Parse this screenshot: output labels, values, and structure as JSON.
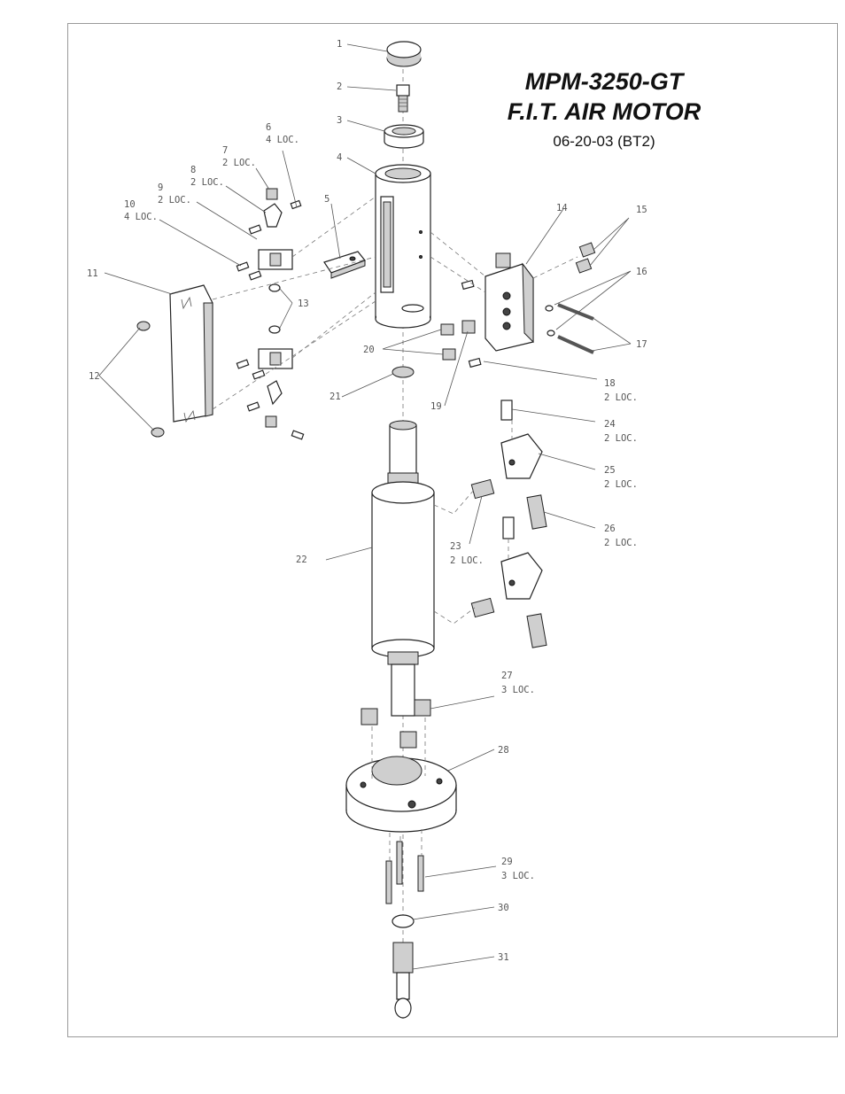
{
  "title": {
    "model": "MPM-3250-GT",
    "name": "F.I.T. AIR MOTOR",
    "date": "06-20-03 (BT2)"
  },
  "callouts": [
    {
      "num": "1",
      "qty": ""
    },
    {
      "num": "2",
      "qty": ""
    },
    {
      "num": "3",
      "qty": ""
    },
    {
      "num": "4",
      "qty": ""
    },
    {
      "num": "5",
      "qty": ""
    },
    {
      "num": "6",
      "qty": "4 LOC."
    },
    {
      "num": "7",
      "qty": "2 LOC."
    },
    {
      "num": "8",
      "qty": "2 LOC."
    },
    {
      "num": "9",
      "qty": "2 LOC."
    },
    {
      "num": "10",
      "qty": "4 LOC."
    },
    {
      "num": "11",
      "qty": ""
    },
    {
      "num": "12",
      "qty": ""
    },
    {
      "num": "13",
      "qty": ""
    },
    {
      "num": "14",
      "qty": ""
    },
    {
      "num": "15",
      "qty": ""
    },
    {
      "num": "16",
      "qty": ""
    },
    {
      "num": "17",
      "qty": ""
    },
    {
      "num": "18",
      "qty": "2 LOC."
    },
    {
      "num": "19",
      "qty": ""
    },
    {
      "num": "20",
      "qty": ""
    },
    {
      "num": "21",
      "qty": ""
    },
    {
      "num": "22",
      "qty": ""
    },
    {
      "num": "23",
      "qty": "2 LOC."
    },
    {
      "num": "24",
      "qty": "2 LOC."
    },
    {
      "num": "25",
      "qty": "2 LOC."
    },
    {
      "num": "26",
      "qty": "2 LOC."
    },
    {
      "num": "27",
      "qty": "3 LOC."
    },
    {
      "num": "28",
      "qty": ""
    },
    {
      "num": "29",
      "qty": "3 LOC."
    },
    {
      "num": "30",
      "qty": ""
    },
    {
      "num": "31",
      "qty": ""
    }
  ]
}
